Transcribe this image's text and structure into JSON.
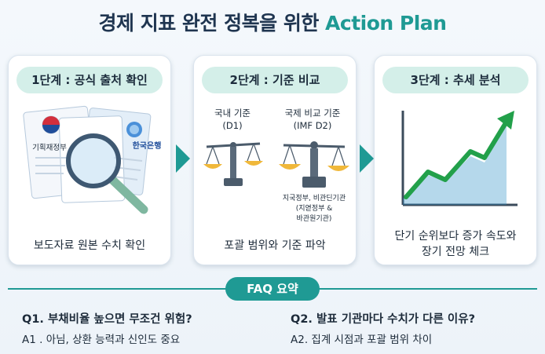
{
  "title": {
    "main": "경제 지표 완전 정복을 위한",
    "accent": "Action Plan"
  },
  "colors": {
    "teal": "#1f9a94",
    "pill": "#d4efe9",
    "navy": "#1f3550",
    "green": "#22a04a"
  },
  "steps": [
    {
      "label": "1단계 : 공식 출처 확인",
      "doc_left": "기획재정부",
      "doc_right": "한국은행",
      "caption": "보도자료 원본 수치 확인",
      "icons": [
        "document-icon",
        "magnifier-icon"
      ]
    },
    {
      "label": "2단계 : 기준 비교",
      "left_scale": "국내 기준",
      "left_sub": "(D1)",
      "right_scale": "국제 비교 기준",
      "right_sub": "(IMF D2)",
      "note1": "지국정부, 비관딘기관",
      "note2": "(지엳정부 &",
      "note3": "바관원기관)",
      "caption": "포괄 범위와 기준 파악",
      "icons": [
        "scale-icon",
        "scale-icon"
      ]
    },
    {
      "label": "3단계 : 추세 분석",
      "caption1": "단기 순위보다 증가 속도와",
      "caption2": "장기 전망 체크",
      "icons": [
        "trend-chart-icon"
      ]
    }
  ],
  "faq": {
    "label": "FAQ 요약",
    "items": [
      {
        "q": "Q1. 부채비율 높으면 무조건 위험?",
        "a": "A1 . 아님, 상환 능력과 신인도 중요"
      },
      {
        "q": "Q2. 발표 기관마다 수치가 다른 이유?",
        "a": "A2. 집계 시점과 포괄 범위 차이"
      }
    ]
  }
}
